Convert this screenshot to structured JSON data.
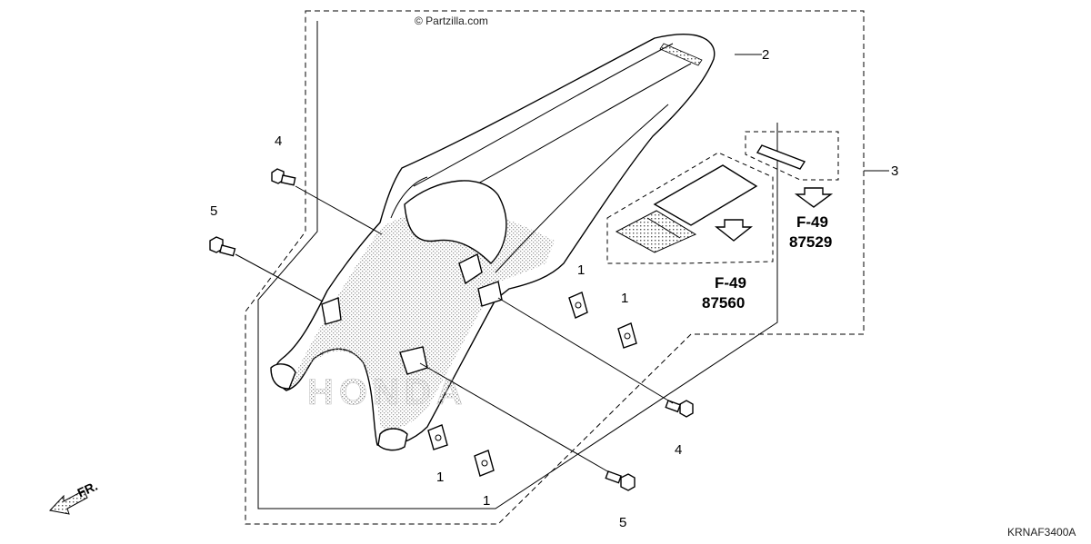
{
  "watermark": "© Partzilla.com",
  "diagram_code": "KRNAF3400A",
  "direction_label": "FR.",
  "decal_text": "HONDA",
  "callouts": {
    "c1a": "1",
    "c1b": "1",
    "c1c": "1",
    "c1d": "1",
    "c2": "2",
    "c3": "3",
    "c4a": "4",
    "c4b": "4",
    "c5a": "5",
    "c5b": "5"
  },
  "references": {
    "ref1": {
      "section": "F-49",
      "part": "87560"
    },
    "ref2": {
      "section": "F-49",
      "part": "87529"
    }
  },
  "colors": {
    "line": "#000000",
    "background": "#ffffff",
    "stipple": "#9a9a9a"
  }
}
